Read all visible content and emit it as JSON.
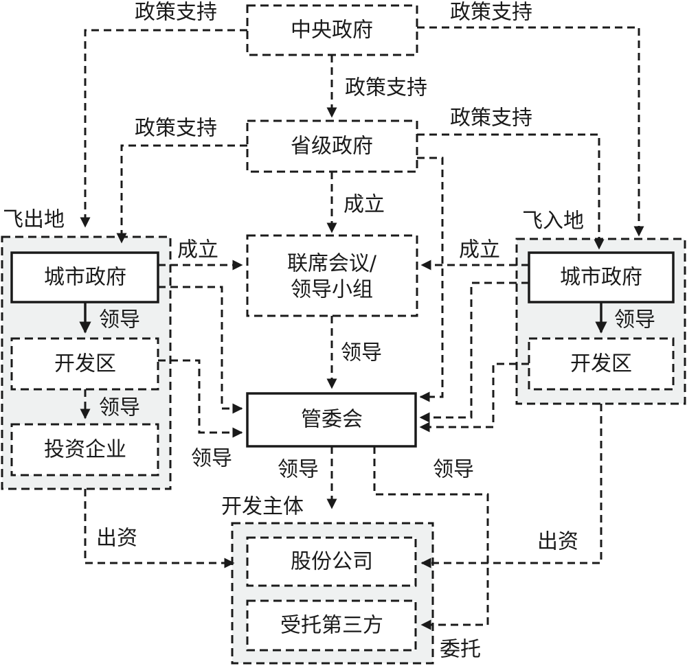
{
  "regions": {
    "fly_out": "飞出地",
    "fly_in": "飞入地",
    "dev_entity": "开发主体"
  },
  "nodes": {
    "central_gov": "中央政府",
    "provincial_gov": "省级政府",
    "joint_meeting_line1": "联席会议/",
    "joint_meeting_line2": "领导小组",
    "management_committee": "管委会",
    "out_city_gov": "城市政府",
    "out_dev_zone": "开发区",
    "out_investment_company": "投资企业",
    "in_city_gov": "城市政府",
    "in_dev_zone": "开发区",
    "joint_stock_company": "股份公司",
    "entrusted_third_party": "受托第三方"
  },
  "edge_labels": {
    "policy_support_central_to_out": "政策支持",
    "policy_support_central_to_in": "政策支持",
    "policy_support_central_to_prov": "政策支持",
    "policy_support_prov_to_out": "政策支持",
    "policy_support_prov_to_in": "政策支持",
    "establish_prov": "成立",
    "establish_out": "成立",
    "establish_in": "成立",
    "lead_out_city": "领导",
    "lead_out_zone": "领导",
    "lead_out_to_committee": "领导",
    "lead_joint_meeting": "领导",
    "lead_in_city": "领导",
    "lead_committee_down": "领导",
    "lead_committee_right": "领导",
    "invest_out": "出资",
    "invest_in": "出资",
    "entrust": "委托"
  },
  "colors": {
    "line": "#1a1a1a",
    "region_fill": "#eff1f1",
    "box_fill": "#ffffff"
  }
}
